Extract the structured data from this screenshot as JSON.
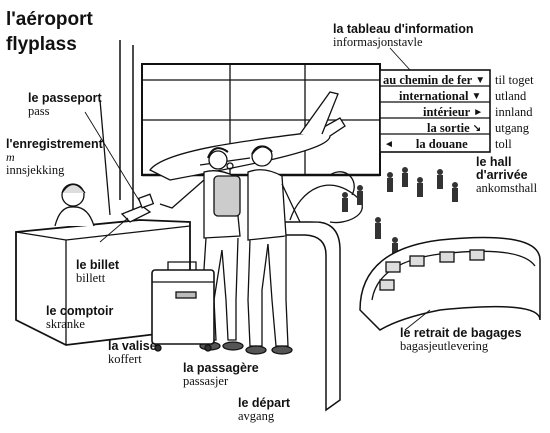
{
  "title": {
    "french": "l'aéroport",
    "norwegian": "flyplass"
  },
  "labels": {
    "passport": {
      "french": "le passeport",
      "norwegian": "pass"
    },
    "check_in": {
      "french": "l'enregistrement",
      "gender": "m",
      "norwegian": "innsjekking"
    },
    "ticket": {
      "french": "le billet",
      "norwegian": "billett"
    },
    "counter": {
      "french": "le comptoir",
      "norwegian": "skranke"
    },
    "suitcase": {
      "french": "la valise",
      "norwegian": "koffert"
    },
    "passenger": {
      "french": "la passagère",
      "norwegian": "passasjer"
    },
    "departure": {
      "french": "le départ",
      "norwegian": "avgang"
    },
    "arrival_hall": {
      "french": "le hall d'arrivée",
      "french_line1": "le hall",
      "french_line2": "d'arrivée",
      "norwegian": "ankomsthall"
    },
    "baggage_claim": {
      "french": "le retrait de bagages",
      "norwegian": "bagasjeutlevering"
    },
    "info_board": {
      "french": "la tableau d'information",
      "norwegian": "informasjonstavle"
    }
  },
  "sign_board": {
    "rows": [
      {
        "text": "au chemin de fer",
        "arrow": "▼",
        "translation": "til toget"
      },
      {
        "text": "international",
        "arrow": "▼",
        "translation": "utland"
      },
      {
        "text": "intérieur",
        "arrow": "►",
        "translation": "innland"
      },
      {
        "text": "la sortie",
        "arrow": "↘",
        "translation": "utgang"
      },
      {
        "text": "la douane",
        "arrow": "◄",
        "translation": "toll"
      }
    ]
  },
  "icons": {
    "airplane": "airplane-icon",
    "arrows": [
      "arrow-down-icon",
      "arrow-down-icon",
      "arrow-right-icon",
      "arrow-down-right-icon",
      "arrow-left-icon"
    ]
  }
}
